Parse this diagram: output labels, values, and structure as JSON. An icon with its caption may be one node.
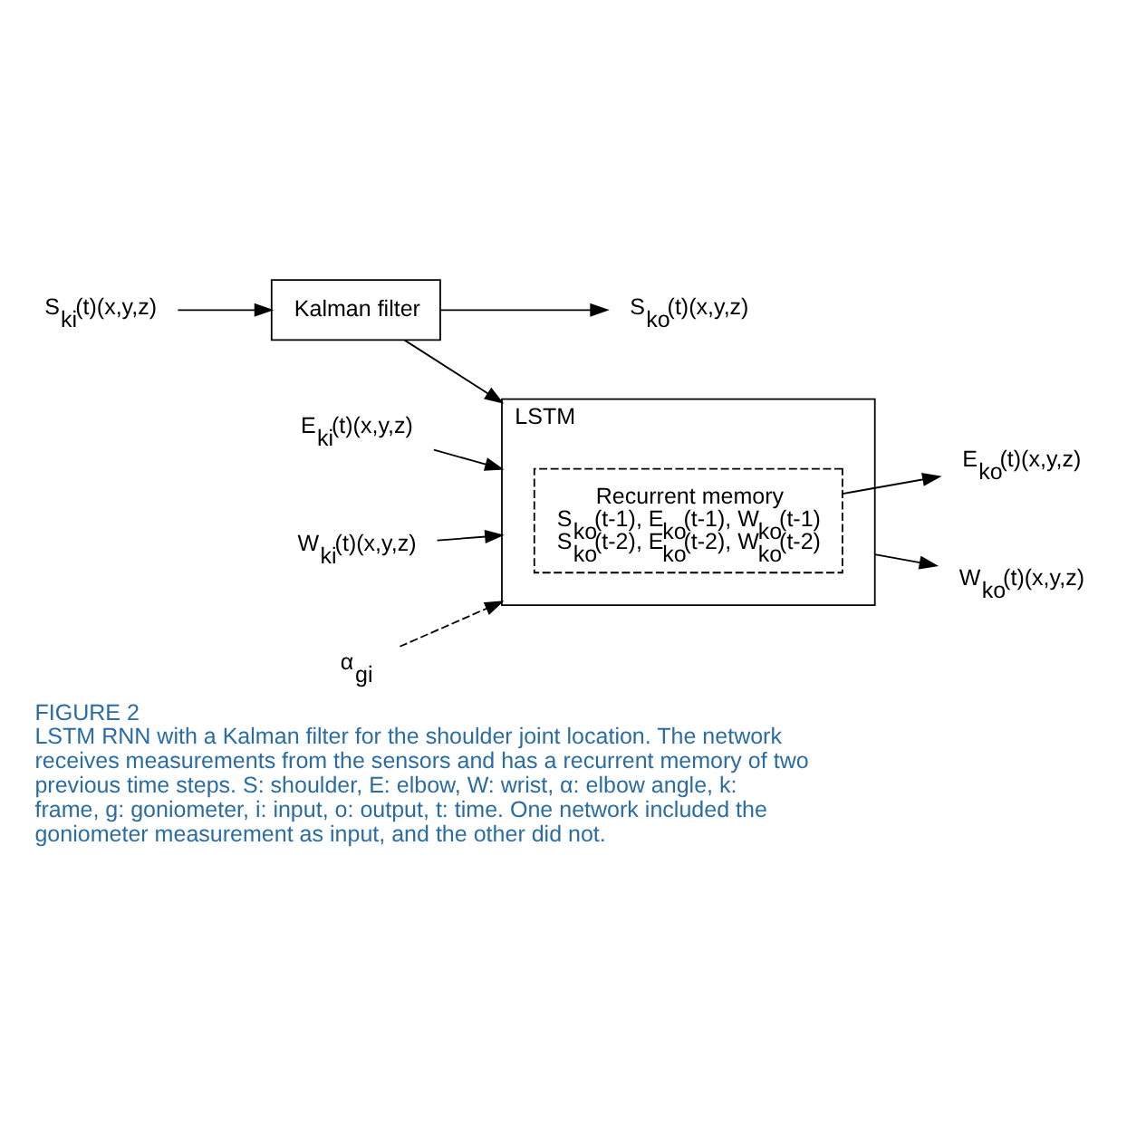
{
  "diagram": {
    "title": "FIGURE 2",
    "caption": "LSTM RNN with a Kalman filter for the shoulder joint location. The network receives measurements from the sensors and has a recurrent memory of two previous time steps. S: shoulder, E: elbow, W: wrist, α: elbow angle, k: frame, g: goniometer, i: input, o: output, t: time. One network included the goniometer measurement as input, and the other did not.",
    "nodes": [
      {
        "text": [
          "S$_{ki}$(t)(x,y,z)"
        ]
      },
      {
        "text": [
          "Kalman filter"
        ]
      },
      {
        "text": [
          "S$_{ko}$(t)(x,y,z)"
        ]
      },
      {
        "text": [
          "LSTM"
        ]
      },
      {
        "text": [
          "Recurrent memory",
          "S$_{ko}$(t-1), E$_{ko}$(t-1), W$_{ko}$(t-1)",
          "S$_{ko}$(t-2), E$_{ko}$(t-2), W$_{ko}$(t-2)"
        ],
        "in": 3
      },
      {
        "text": [
          "E$_{ki}$(t)(x,y,z)"
        ]
      },
      {
        "text": [
          "E$_{ko}$(t)(x,y,z)"
        ]
      },
      {
        "text": [
          "W$_{ki}$(t)(x,y,z)"
        ]
      },
      {
        "text": [
          "W$_{ko}$(t)(x,y,z)"
        ]
      },
      {
        "text": [
          "α$_{gi}$"
        ]
      }
    ],
    "edges": [
      {
        "from": 0,
        "to": 1,
        "arrow": "to"
      },
      {
        "from": 1,
        "to": 2,
        "arrow": "to"
      },
      {
        "from": 1,
        "to": 3,
        "arrow": "to"
      },
      {
        "from": 5,
        "to": 3,
        "arrow": "to"
      },
      {
        "from": 7,
        "to": 3,
        "arrow": "to"
      },
      {
        "from": 9,
        "to": 3,
        "arrow": "to",
        "style": "dashed"
      },
      {
        "from": 4,
        "to": 6,
        "arrow": "to"
      },
      {
        "from": 3,
        "to": 8,
        "arrow": "to"
      }
    ]
  }
}
